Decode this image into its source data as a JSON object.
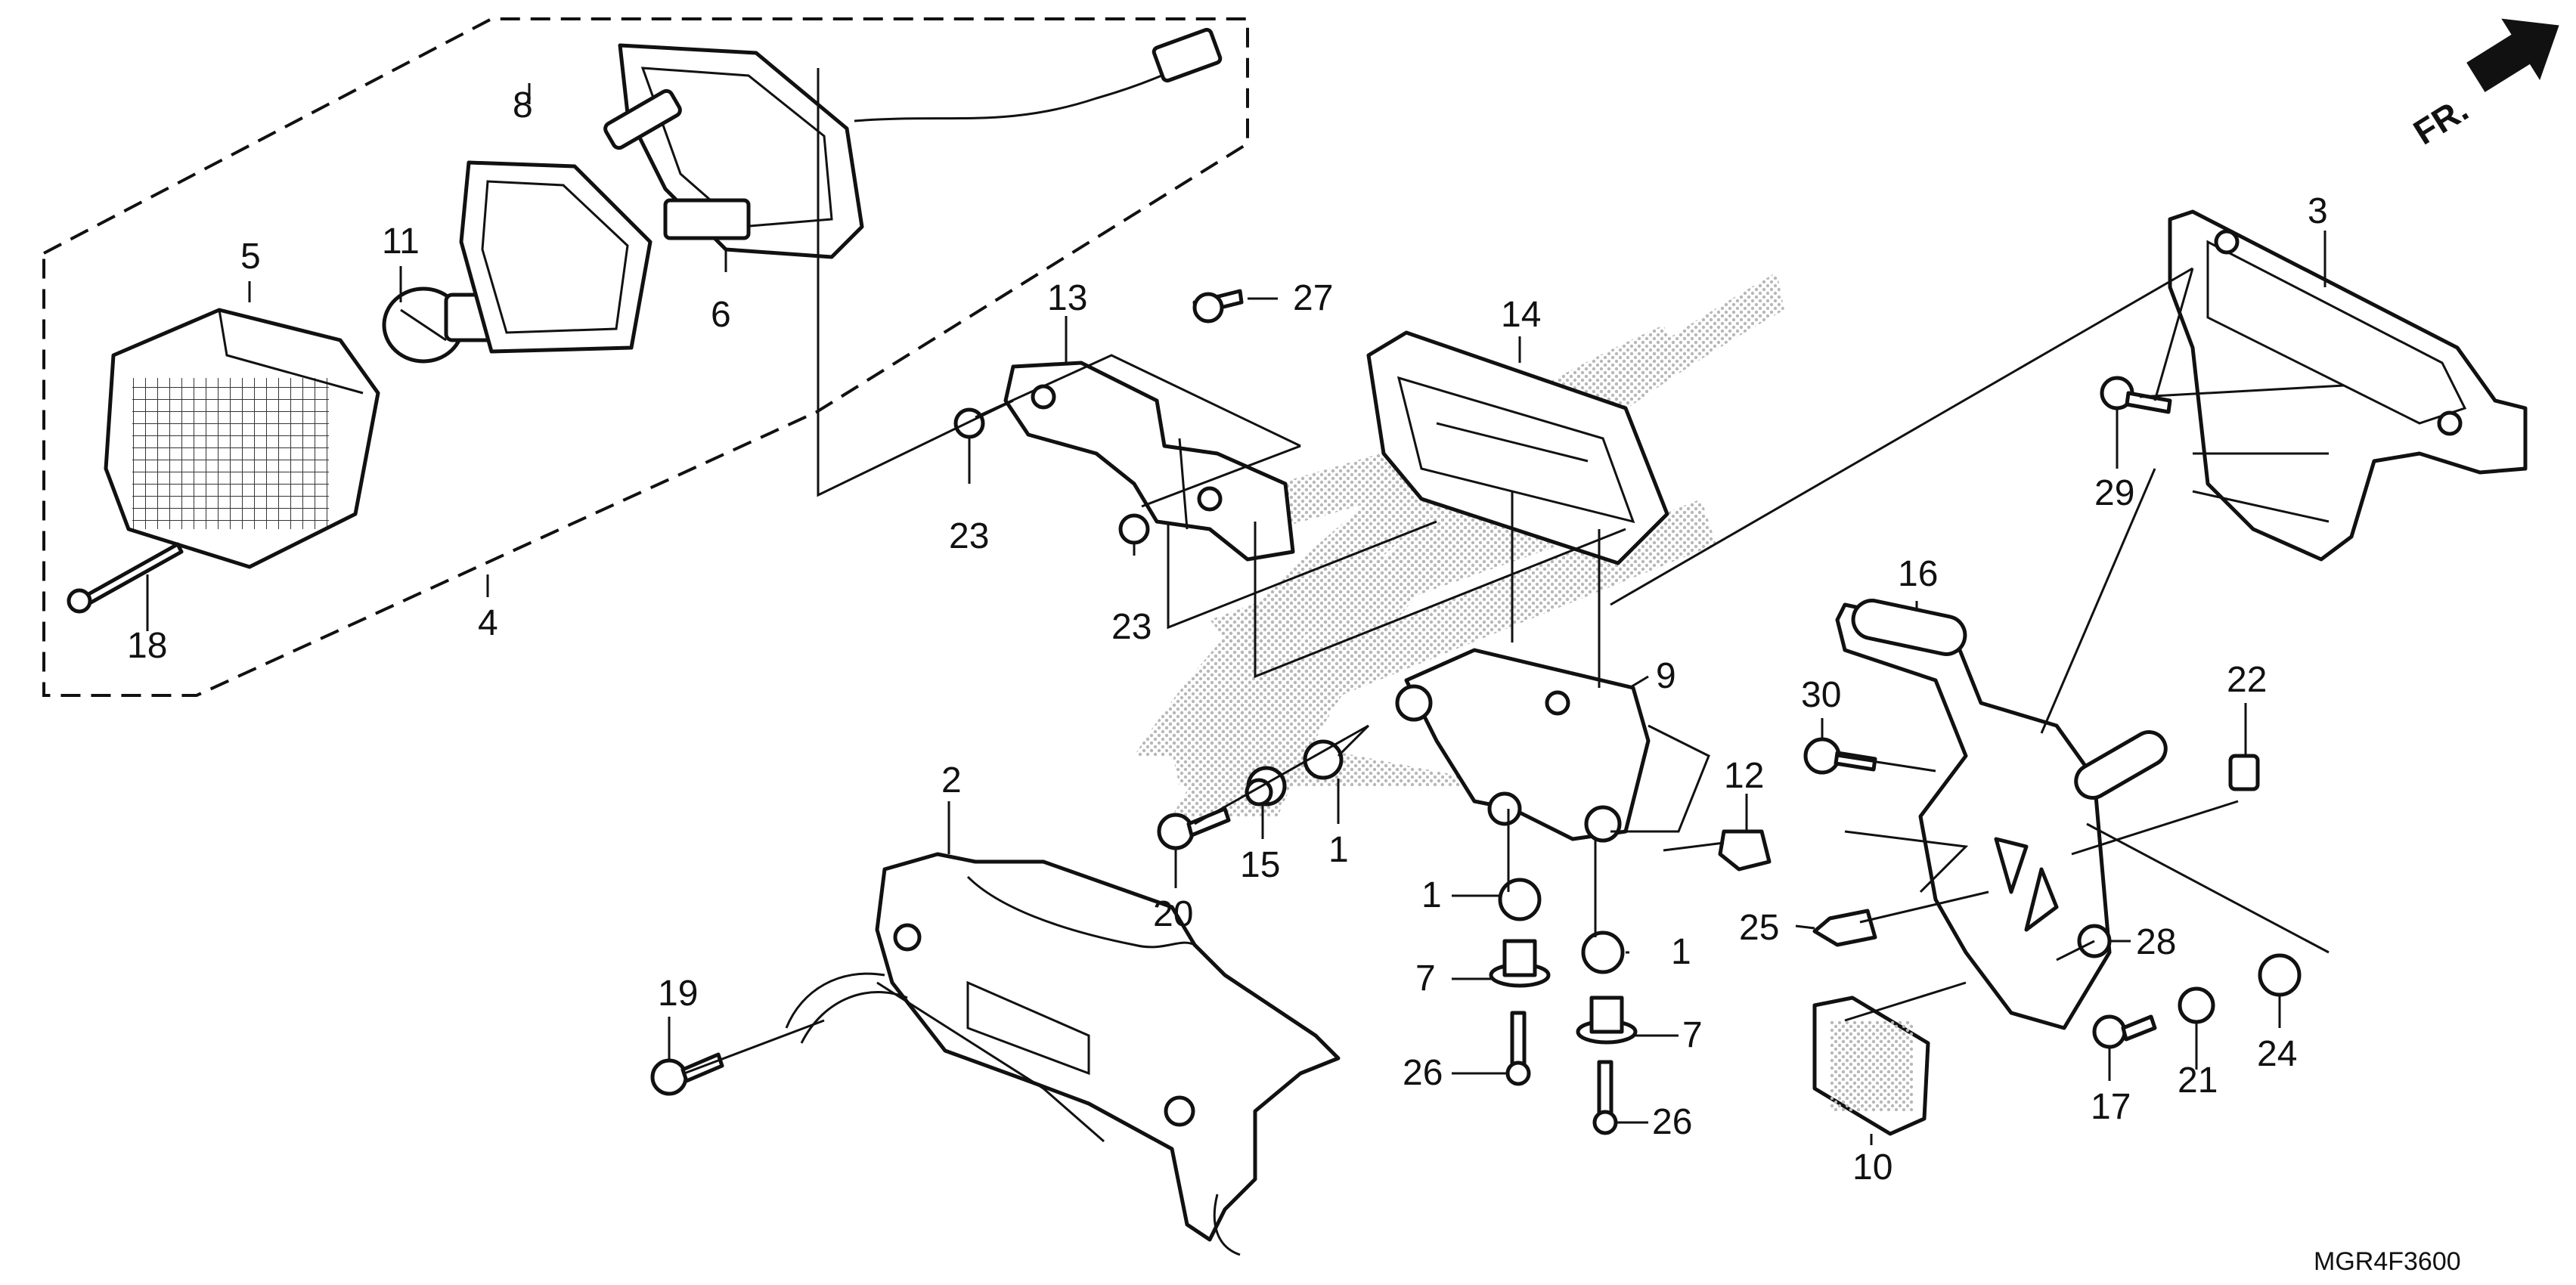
{
  "colors": {
    "ink": "#111111",
    "background": "#ffffff",
    "watermark": "#b8b8b8"
  },
  "diagram": {
    "drawing_code": "MGR4F3600",
    "direction_label": "FR."
  },
  "callouts": {
    "c1a": "1",
    "c1b": "1",
    "c1c": "1",
    "c2": "2",
    "c3": "3",
    "c4": "4",
    "c5": "5",
    "c6": "6",
    "c7a": "7",
    "c7b": "7",
    "c8": "8",
    "c9": "9",
    "c10": "10",
    "c11": "11",
    "c12": "12",
    "c13": "13",
    "c14": "14",
    "c15": "15",
    "c16": "16",
    "c17": "17",
    "c18": "18",
    "c19": "19",
    "c20": "20",
    "c21": "21",
    "c22": "22",
    "c23a": "23",
    "c23b": "23",
    "c24": "24",
    "c25": "25",
    "c26a": "26",
    "c26b": "26",
    "c27": "27",
    "c28": "28",
    "c29": "29",
    "c30": "30"
  }
}
